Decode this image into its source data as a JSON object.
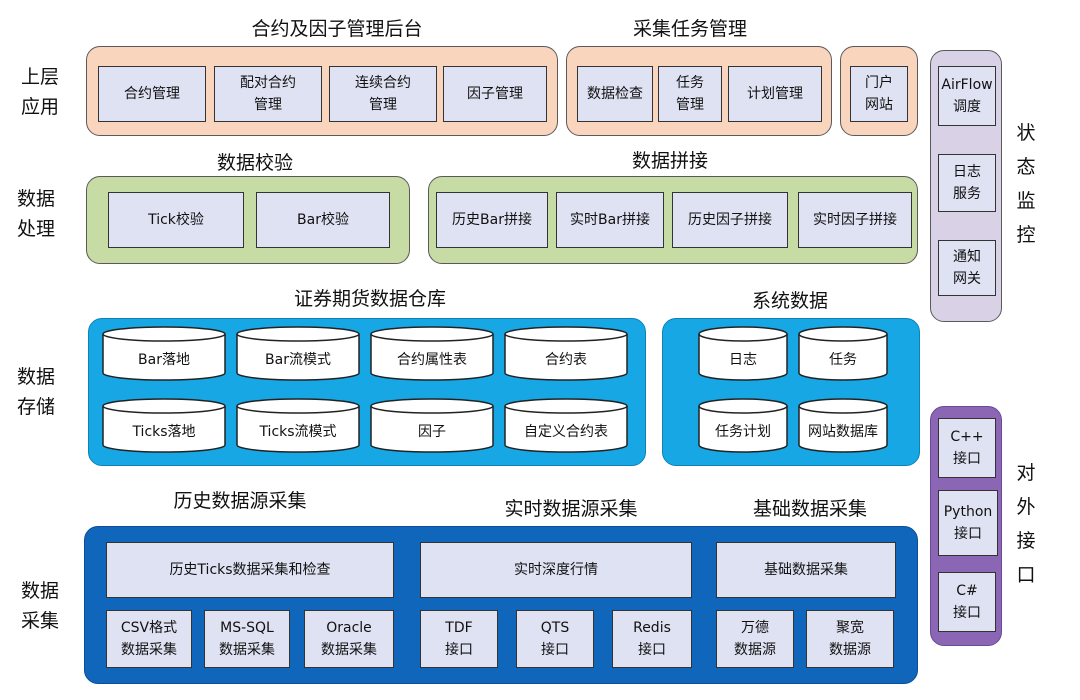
{
  "sides": {
    "upper": [
      "上层",
      "应用"
    ],
    "process": [
      "数据",
      "处理"
    ],
    "storage": [
      "数据",
      "存储"
    ],
    "collect": [
      "数据",
      "采集"
    ],
    "monitor": [
      "状",
      "态",
      "监",
      "控"
    ],
    "external": [
      "对",
      "外",
      "接",
      "口"
    ]
  },
  "titles": {
    "contract_factor": "合约及因子管理后台",
    "task_mgmt": "采集任务管理",
    "validation": "数据校验",
    "splicing": "数据拼接",
    "warehouse": "证券期货数据仓库",
    "system_data": "系统数据",
    "hist_collect": "历史数据源采集",
    "rt_collect": "实时数据源采集",
    "base_collect": "基础数据采集"
  },
  "upper": {
    "contract_mgmt": "合约管理",
    "pair_contract": [
      "配对合约",
      "管理"
    ],
    "continuous_contract": [
      "连续合约",
      "管理"
    ],
    "factor_mgmt": "因子管理",
    "data_check": "数据检查",
    "task": [
      "任务",
      "管理"
    ],
    "plan_mgmt": "计划管理",
    "portal": [
      "门户",
      "网站"
    ]
  },
  "process": {
    "tick_check": "Tick校验",
    "bar_check": "Bar校验",
    "hist_bar": "历史Bar拼接",
    "rt_bar": "实时Bar拼接",
    "hist_factor": "历史因子拼接",
    "rt_factor": "实时因子拼接"
  },
  "storage": {
    "bar_land": "Bar落地",
    "bar_stream": "Bar流模式",
    "contract_attr": "合约属性表",
    "contract_table": "合约表",
    "ticks_land": "Ticks落地",
    "ticks_stream": "Ticks流模式",
    "factor": "因子",
    "custom_contract": "自定义合约表",
    "log": "日志",
    "task": "任务",
    "task_plan": "任务计划",
    "site_db": "网站数据库"
  },
  "collect": {
    "hist_ticks": "历史Ticks数据采集和检查",
    "rt_depth": "实时深度行情",
    "base_collect": "基础数据采集",
    "csv": [
      "CSV格式",
      "数据采集"
    ],
    "mssql": [
      "MS-SQL",
      "数据采集"
    ],
    "oracle": [
      "Oracle",
      "数据采集"
    ],
    "tdf": [
      "TDF",
      "接口"
    ],
    "qts": [
      "QTS",
      "接口"
    ],
    "redis": [
      "Redis",
      "接口"
    ],
    "wind": [
      "万德",
      "数据源"
    ],
    "juyuan": [
      "聚宽",
      "数据源"
    ]
  },
  "monitor": {
    "airflow": [
      "AirFlow",
      "调度"
    ],
    "log_service": [
      "日志",
      "服务"
    ],
    "notify_gw": [
      "通知",
      "网关"
    ]
  },
  "external": {
    "cpp": [
      "C++",
      "接口"
    ],
    "python": [
      "Python",
      "接口"
    ],
    "csharp": [
      "C#",
      "接口"
    ]
  },
  "colors": {
    "upper_bg": "#f8d5bc",
    "process_bg": "#c7dba4",
    "storage_bg": "#17a7e5",
    "collect_bg": "#0f66bb",
    "monitor_bg": "#d9d2e6",
    "external_bg": "#8a66b4",
    "box_bg": "#dfe2f3"
  }
}
